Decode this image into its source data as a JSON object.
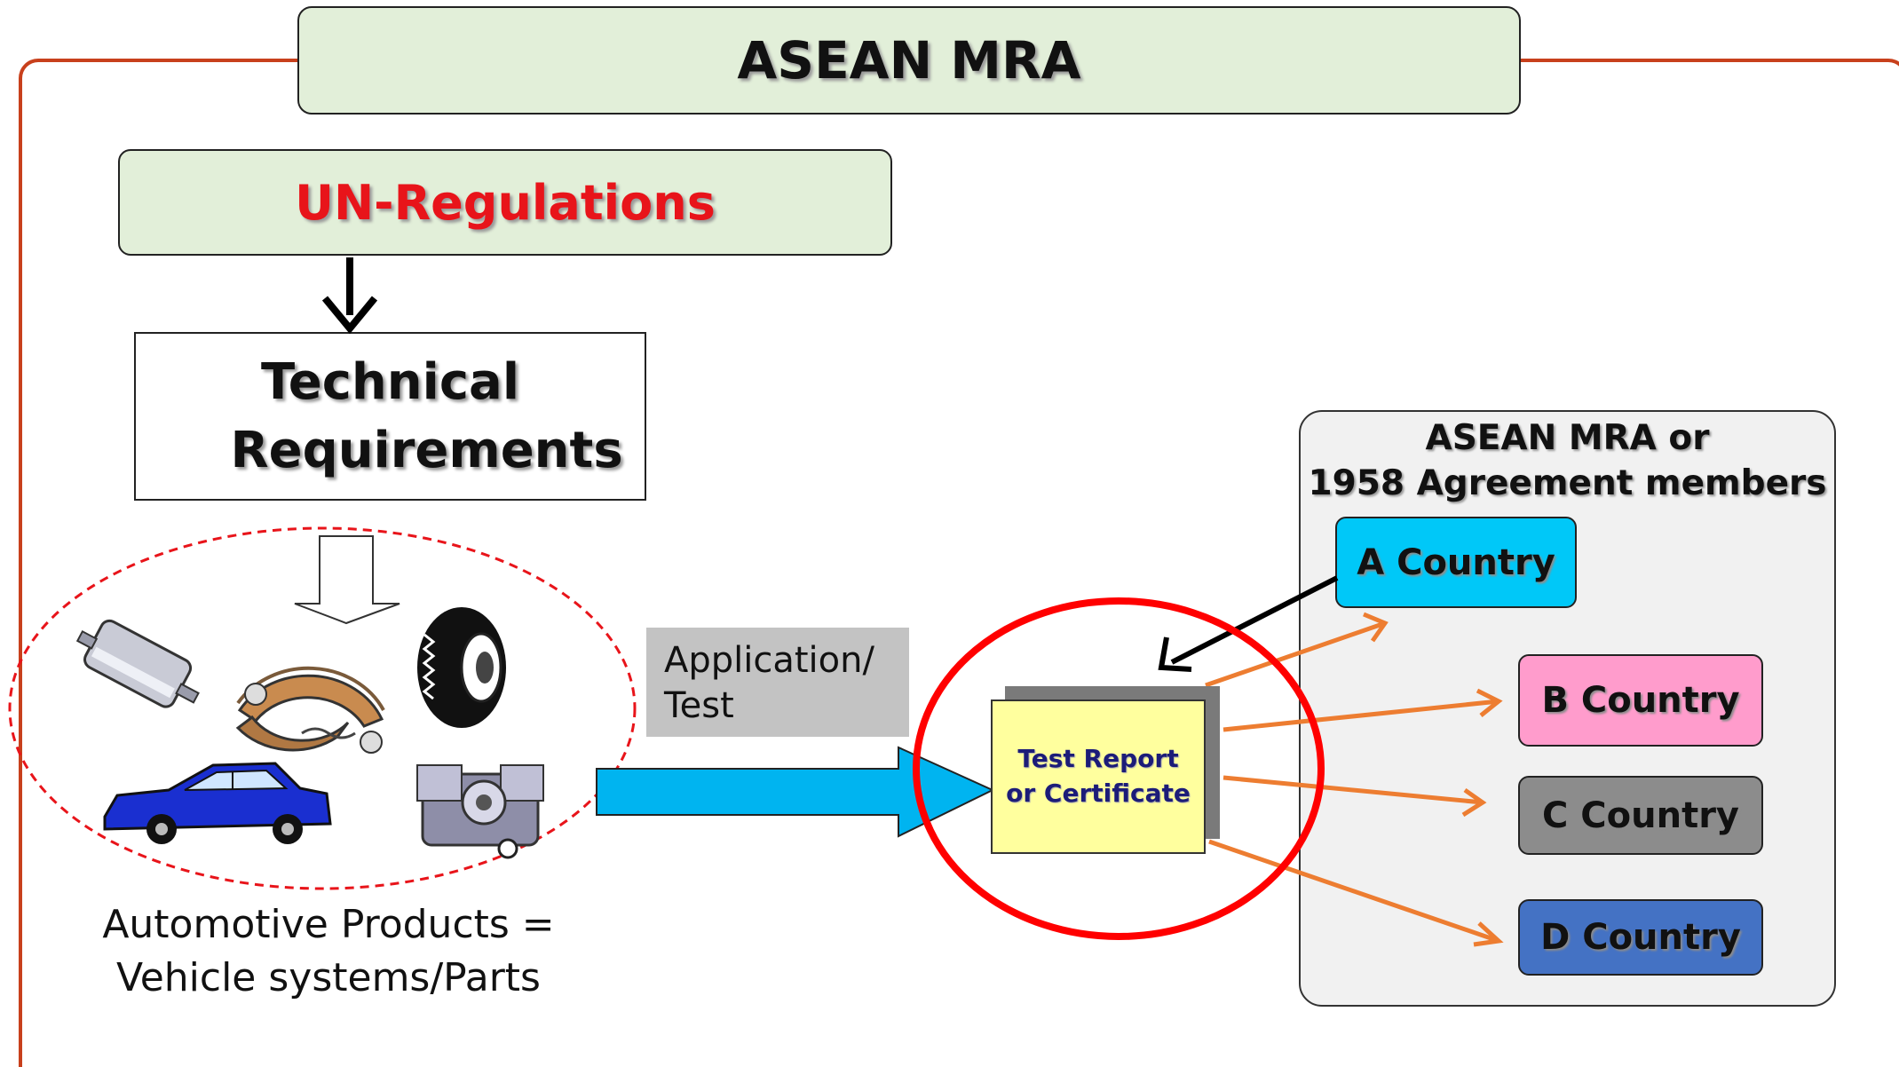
{
  "title": "ASEAN MRA",
  "un_regulations": "UN-Regulations",
  "technical_requirements": "Technical Requirements",
  "application_test": "Application/Test",
  "report": "Test Report or Certificate",
  "automotive_caption_line1": "Automotive Products =",
  "automotive_caption_line2": "Vehicle systems/Parts",
  "members": {
    "title_line1": "ASEAN MRA or",
    "title_line2": "1958 Agreement members"
  },
  "countries": [
    {
      "label": "A Country",
      "color": "#00c8f8"
    },
    {
      "label": "B Country",
      "color": "#ff9ccc"
    },
    {
      "label": "C Country",
      "color": "#8c8c8c"
    },
    {
      "label": "D Country",
      "color": "#4472c4"
    }
  ],
  "colors": {
    "frame": "#c8401c",
    "title_fill": "#e2efd9",
    "un_text": "#e8141a",
    "report_fill": "#ffff9e",
    "big_arrow": "#00b4f0",
    "orange_arrow": "#ed7d31",
    "highlight_circle": "#ff0000",
    "dashed_ellipse": "#e8141a"
  },
  "icons": [
    "muffler-icon",
    "brake-shoe-icon",
    "tire-icon",
    "car-icon",
    "engine-icon"
  ]
}
